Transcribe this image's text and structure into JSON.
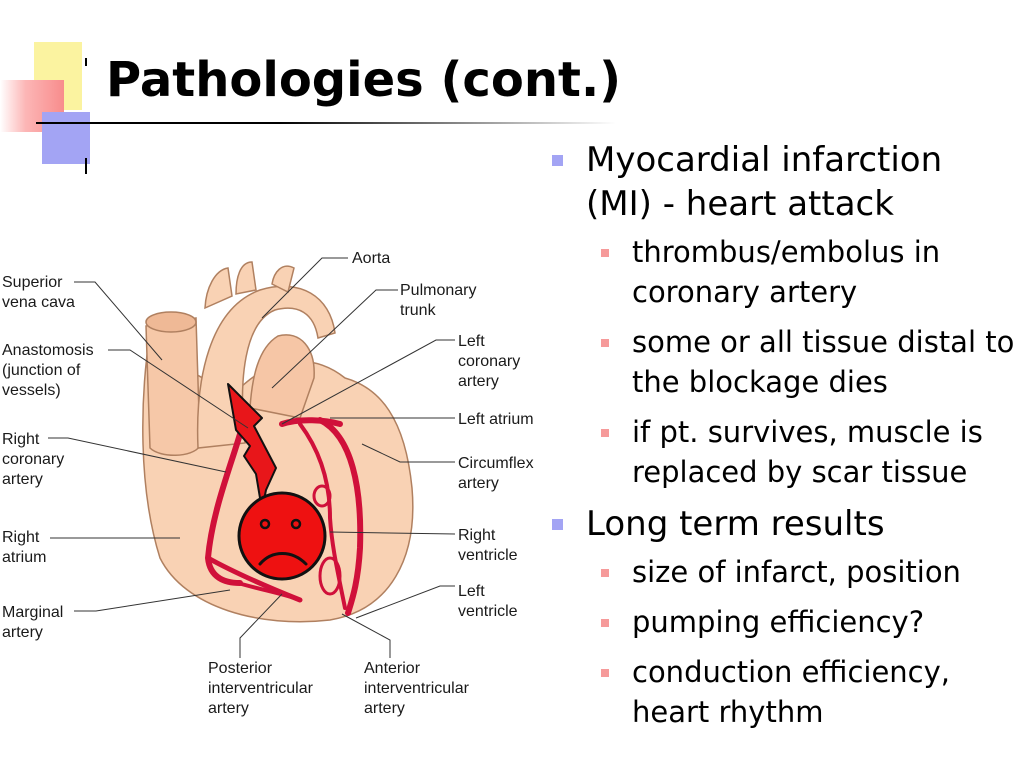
{
  "slide": {
    "title": "Pathologies (cont.)",
    "bullets": [
      {
        "text": "Myocardial infarction (MI) - heart attack",
        "sub": [
          "thrombus/embolus in coronary artery",
          "some or all tissue distal to the blockage dies",
          "if pt. survives, muscle is replaced by scar tissue"
        ]
      },
      {
        "text": "Long term results",
        "sub": [
          "size of infarct, position",
          "pumping efficiency?",
          "conduction efficiency, heart rhythm"
        ]
      }
    ]
  },
  "diagram": {
    "labels": {
      "aorta": "Aorta",
      "superior_vena_cava_1": "Superior",
      "superior_vena_cava_2": "vena cava",
      "pulmonary_trunk_1": "Pulmonary",
      "pulmonary_trunk_2": "trunk",
      "anastomosis_1": "Anastomosis",
      "anastomosis_2": "(junction of",
      "anastomosis_3": "vessels)",
      "left_coronary_1": "Left",
      "left_coronary_2": "coronary",
      "left_coronary_3": "artery",
      "left_atrium": "Left atrium",
      "right_coronary_1": "Right",
      "right_coronary_2": "coronary",
      "right_coronary_3": "artery",
      "circumflex_1": "Circumflex",
      "circumflex_2": "artery",
      "right_atrium_1": "Right",
      "right_atrium_2": "atrium",
      "right_ventricle_1": "Right",
      "right_ventricle_2": "ventricle",
      "left_ventricle_1": "Left",
      "left_ventricle_2": "ventricle",
      "marginal_1": "Marginal",
      "marginal_2": "artery",
      "posterior_1": "Posterior",
      "posterior_2": "interventricular",
      "posterior_3": "artery",
      "anterior_1": "Anterior",
      "anterior_2": "interventricular",
      "anterior_3": "artery"
    },
    "colors": {
      "heart_fill": "#f9d2b4",
      "heart_stroke": "#b08060",
      "artery": "#d0103a",
      "bolt": "#e8161a",
      "sad_face": "#ee1111",
      "accent_blue": "#a3a4f4",
      "accent_pink": "#f69a9a"
    }
  }
}
